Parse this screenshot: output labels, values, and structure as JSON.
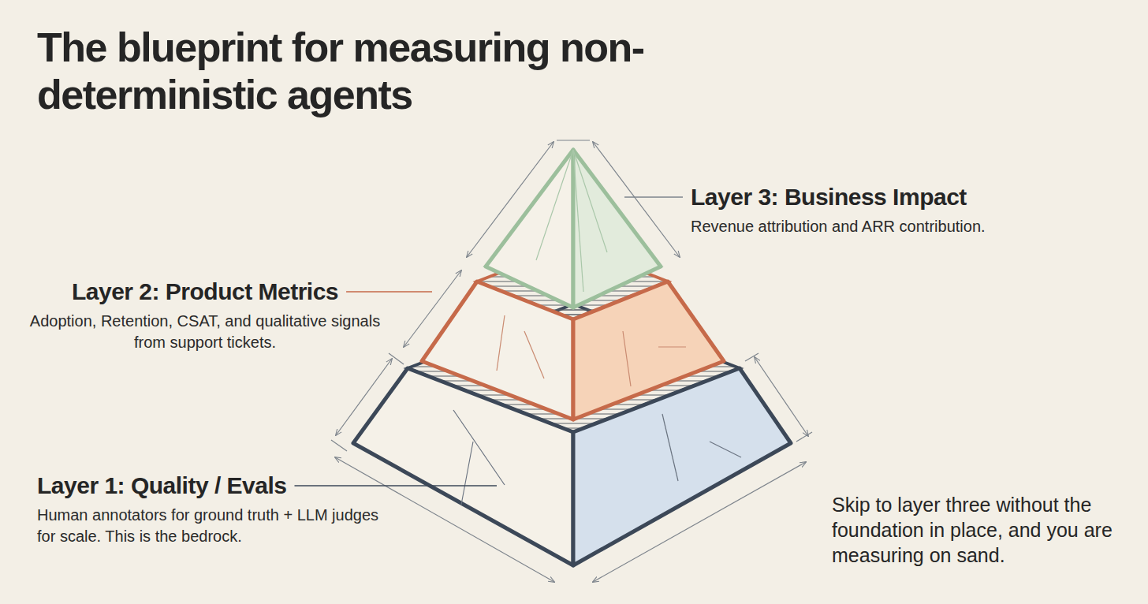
{
  "diagram": {
    "title": "The blueprint for measuring non-deterministic agents",
    "nodes": [
      {
        "text": [
          "Layer 3: Business Impact",
          "Revenue attribution and ARR contribution."
        ]
      },
      {
        "text": [
          "Layer 2: Product Metrics",
          "Adoption, Retention, CSAT, and qualitative signals from support tickets."
        ]
      },
      {
        "text": [
          "Layer 1: Quality / Evals",
          "Human annotators for ground truth + LLM judges for scale. This is the bedrock."
        ]
      }
    ],
    "labels": [
      "Skip to layer three without the foundation in place, and you are measuring on sand."
    ]
  }
}
